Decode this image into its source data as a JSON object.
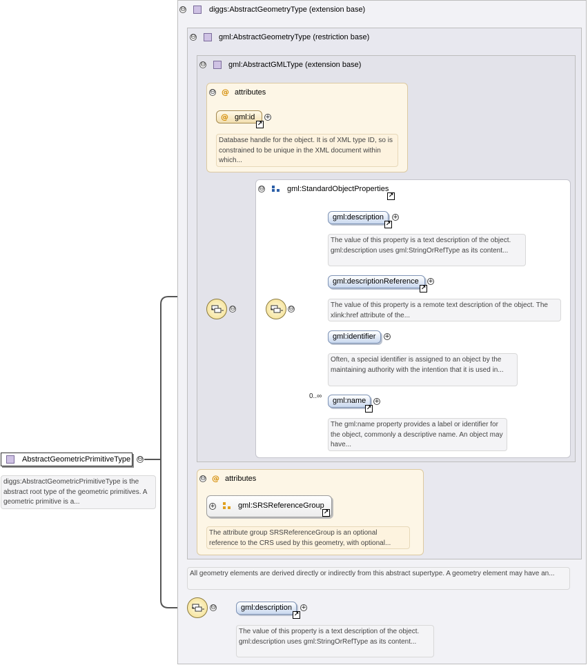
{
  "root": {
    "name": "AbstractGeometricPrimitiveType",
    "doc": "diggs:AbstractGeometricPrimitiveType is the abstract root type of the geometric primitives. A geometric primitive is a..."
  },
  "diggs_base": {
    "title": "diggs:AbstractGeometryType (extension base)"
  },
  "gml_geometry": {
    "title": "gml:AbstractGeometryType (restriction base)"
  },
  "gml_gmltype": {
    "title": "gml:AbstractGMLType (extension base)",
    "attributes": {
      "label": "attributes",
      "id_name": "gml:id",
      "id_doc": "Database handle for the object. It is of XML type ID, so is constrained to be unique in the XML document within which..."
    },
    "standard_group": {
      "name": "gml:StandardObjectProperties",
      "elements": [
        {
          "name": "gml:description",
          "doc": "The value of this property is a text description of the object. gml:description uses gml:StringOrRefType as its content..."
        },
        {
          "name": "gml:descriptionReference",
          "doc": "The value of this property is a remote text description of the object. The xlink:href attribute of the..."
        },
        {
          "name": "gml:identifier",
          "doc": "Often, a special identifier is assigned to an object by the maintaining authority with the intention that it is used in..."
        },
        {
          "name": "gml:name",
          "cardinality": "0..∞",
          "doc": "The gml:name property provides a label or identifier for the object, commonly a descriptive name. An object may have..."
        }
      ]
    }
  },
  "geometry_attributes": {
    "label": "attributes",
    "group_name": "gml:SRSReferenceGroup",
    "group_doc": "The attribute group SRSReferenceGroup is an optional reference to the CRS used by this geometry, with optional..."
  },
  "geometry_doc": "All geometry elements are derived directly or indirectly from this abstract supertype. A geometry element may have an...",
  "diggs_extension": {
    "element_name": "gml:description",
    "element_doc": "The value of this property is a text description of the object. gml:description uses gml:StringOrRefType as its content..."
  },
  "icons": {
    "collapse": "⊖",
    "expand": "+",
    "reference": "↗",
    "attribute": "@"
  }
}
